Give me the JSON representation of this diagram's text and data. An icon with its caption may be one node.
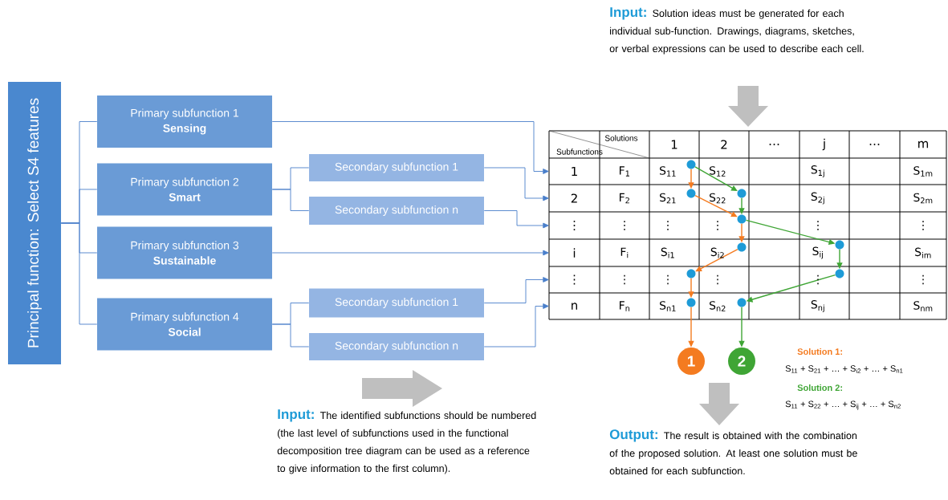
{
  "diagram": {
    "nodes": [
      {
        "text": [
          "Principal function: Select S4 features"
        ]
      },
      {
        "text": [
          "Primary subfunction 1",
          "Sensing"
        ]
      },
      {
        "text": [
          "Primary subfunction 2",
          "Smart"
        ]
      },
      {
        "text": [
          "Secondary subfunction 1"
        ]
      },
      {
        "text": [
          "Secondary subfunction n"
        ]
      },
      {
        "text": [
          "Primary subfunction 3",
          "Sustainable"
        ]
      },
      {
        "text": [
          "Primary subfunction 4",
          "Social"
        ]
      },
      {
        "text": [
          "Secondary subfunction 1"
        ]
      },
      {
        "text": [
          "Secondary subfunction n"
        ]
      },
      {
        "text": [
          "1"
        ]
      },
      {
        "text": [
          "2"
        ]
      },
      {
        "text": [
          "⋮"
        ]
      },
      {
        "text": [
          "i"
        ]
      },
      {
        "text": [
          "⋮"
        ]
      },
      {
        "text": [
          "n"
        ]
      },
      {
        "text": [],
        "shape": "circle"
      },
      {
        "text": [],
        "shape": "circle"
      },
      {
        "text": [],
        "shape": "circle"
      },
      {
        "text": [],
        "shape": "circle"
      },
      {
        "text": [],
        "shape": "circle"
      },
      {
        "text": [],
        "shape": "circle"
      },
      {
        "text": [],
        "shape": "circle"
      },
      {
        "text": [],
        "shape": "circle"
      },
      {
        "text": [],
        "shape": "circle"
      },
      {
        "text": [],
        "shape": "circle"
      },
      {
        "text": [
          "1"
        ]
      },
      {
        "text": [
          "2"
        ]
      }
    ],
    "edges": [
      {
        "from": 0,
        "to": 1,
        "arrow": "none"
      },
      {
        "from": 0,
        "to": 2,
        "arrow": "none"
      },
      {
        "from": 0,
        "to": 5,
        "arrow": "none"
      },
      {
        "from": 0,
        "to": 6,
        "arrow": "none"
      },
      {
        "from": 2,
        "to": 3,
        "arrow": "none"
      },
      {
        "from": 2,
        "to": 4,
        "arrow": "none"
      },
      {
        "from": 6,
        "to": 7,
        "arrow": "none"
      },
      {
        "from": 6,
        "to": 8,
        "arrow": "none"
      },
      {
        "from": 1,
        "to": 9,
        "arrow": "to"
      },
      {
        "from": 3,
        "to": 10,
        "arrow": "to"
      },
      {
        "from": 4,
        "to": 11,
        "arrow": "to"
      },
      {
        "from": 5,
        "to": 12,
        "arrow": "to"
      },
      {
        "from": 7,
        "to": 13,
        "arrow": "to"
      },
      {
        "from": 8,
        "to": 14,
        "arrow": "to"
      },
      {
        "from": 15,
        "to": 16,
        "arrow": "to",
        "color": "#f47b20"
      },
      {
        "from": 16,
        "to": 18,
        "arrow": "to",
        "color": "#f47b20"
      },
      {
        "from": 18,
        "to": 19,
        "arrow": "to",
        "color": "#f47b20"
      },
      {
        "from": 19,
        "to": 21,
        "arrow": "to",
        "color": "#f47b20"
      },
      {
        "from": 21,
        "to": 23,
        "arrow": "to",
        "color": "#f47b20"
      },
      {
        "from": 23,
        "to": 25,
        "arrow": "to",
        "color": "#f47b20"
      },
      {
        "from": 15,
        "to": 17,
        "arrow": "to",
        "color": "#3fa535"
      },
      {
        "from": 17,
        "to": 18,
        "arrow": "to",
        "color": "#3fa535"
      },
      {
        "from": 18,
        "to": 20,
        "arrow": "to",
        "color": "#3fa535"
      },
      {
        "from": 20,
        "to": 22,
        "arrow": "to",
        "color": "#3fa535"
      },
      {
        "from": 22,
        "to": 24,
        "arrow": "to",
        "color": "#3fa535"
      },
      {
        "from": 24,
        "to": 26,
        "arrow": "to",
        "color": "#3fa535"
      }
    ],
    "labels": [
      "Input:",
      "Solution ideas must be generated for each individual sub-function. Drawings, diagrams, sketches, or verbal expressions can be used to describe each cell.",
      "Solutions",
      "Subfunctions",
      "1",
      "2",
      "…",
      "j",
      "…",
      "m",
      "F$_{1}$",
      "S$_{11}$",
      "S$_{12}$",
      "S$_{1j}$",
      "S$_{1m}$",
      "F$_{2}$",
      "S$_{21}$",
      "S$_{22}$",
      "S$_{2j}$",
      "S$_{2m}$",
      "⋮",
      "⋮",
      "⋮",
      "⋮",
      "⋮",
      "F$_{i}$",
      "S$_{i1}$",
      "S$_{i2}$",
      "S$_{ij}$",
      "S$_{im}$",
      "⋮",
      "⋮",
      "⋮",
      "⋮",
      "⋮",
      "F$_{n}$",
      "S$_{n1}$",
      "S$_{n2}$",
      "S$_{nj}$",
      "S$_{nm}$",
      "Solution 1:",
      "S$_{11}$ + S$_{21}$ + … + S$_{i2}$ + … + S$_{n1}$",
      "Solution 2:",
      "S$_{11}$ + S$_{22}$ + … + S$_{ij}$ + … + S$_{n2}$",
      "Input:",
      "The identified subfunctions should be numbered (the last level of subfunctions used in the functional decomposition tree diagram can be used as a reference to give information to the first column).",
      "Output:",
      "The result is obtained with the combination of the proposed solution. At least one solution must be obtained for each subfunction."
    ]
  }
}
